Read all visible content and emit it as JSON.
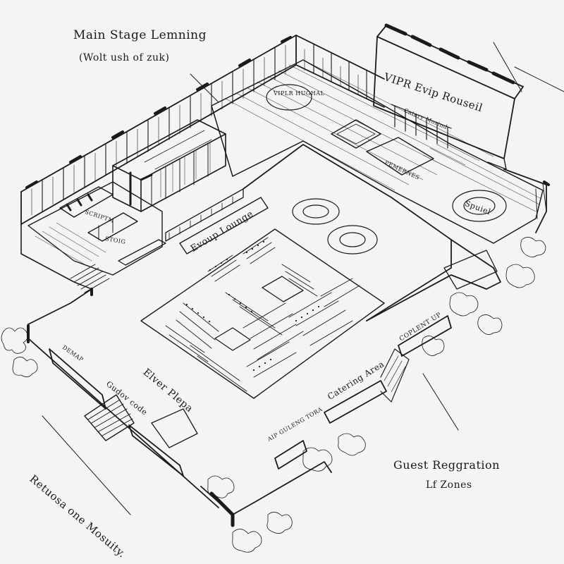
{
  "callouts": {
    "top_left_title": "Main Stage Lemning",
    "top_left_sub": "(Wolt ush of zuk)",
    "bottom_right_title": "Guest Reggration",
    "bottom_right_sub": "Lf Zones",
    "bottom_left": "Retuosa one Mosuity."
  },
  "zones": {
    "vip_area": "VIPR Evip Rouseil",
    "catering_sign": "Catery Morind",
    "vip_table": "VIPLR HUGHAL",
    "spuiel": "Spuiel",
    "pemernes": "PEMERNES",
    "evoup_lounge": "Evoup Lounge",
    "scriptm": "SCRIPTM",
    "stoig": "STOIG",
    "elver_plepa": "Elver Plepa",
    "gudov_code": "Gudov code",
    "catering_area": "Catering Area",
    "coplent_up": "COPLENT UP",
    "aip_gulenc_tora": "AIP GULENG TORA",
    "demap": "DEMAP"
  }
}
